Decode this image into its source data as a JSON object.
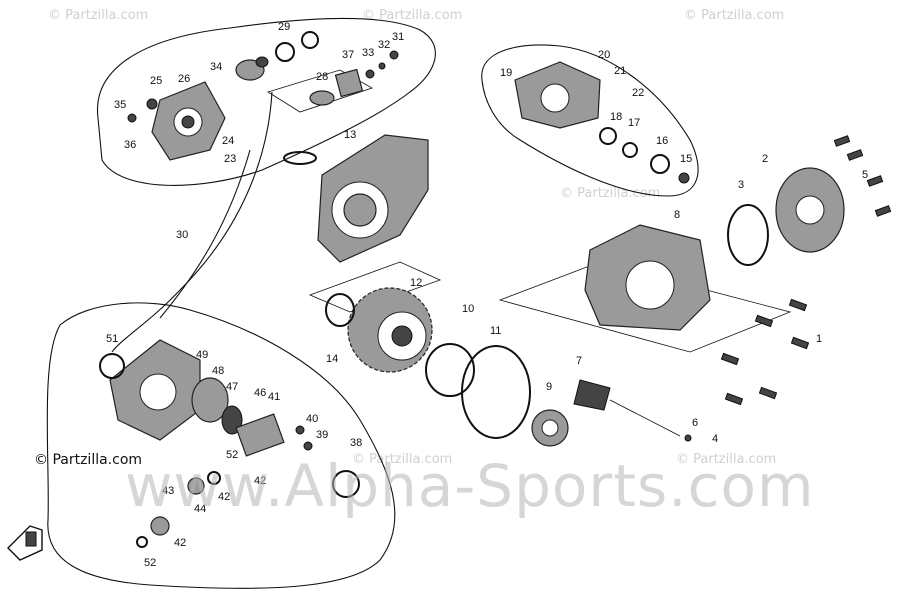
{
  "watermarks": {
    "small": [
      "© Partzilla.com",
      "© Partzilla.com",
      "© Partzilla.com",
      "© Partzilla.com",
      "© Partzilla.com",
      "© Partzilla.com"
    ],
    "big": "www.Alpha-Sports.com"
  },
  "credit": "© Partzilla.com",
  "callouts": [
    "1",
    "2",
    "3",
    "4",
    "5",
    "6",
    "7",
    "8",
    "9",
    "10",
    "11",
    "12",
    "13",
    "14",
    "15",
    "16",
    "17",
    "18",
    "19",
    "20",
    "21",
    "22",
    "23",
    "24",
    "25",
    "26",
    "28",
    "29",
    "30",
    "31",
    "32",
    "33",
    "34",
    "35",
    "36",
    "37",
    "38",
    "39",
    "40",
    "41",
    "42",
    "42",
    "42",
    "43",
    "44",
    "46",
    "47",
    "48",
    "49",
    "51",
    "52",
    "52"
  ],
  "colors": {
    "line": "#111111",
    "part_fill": "#9a9a9a",
    "watermark": "#d0d0d0"
  },
  "icons": [
    "nav-arrow-icon"
  ]
}
